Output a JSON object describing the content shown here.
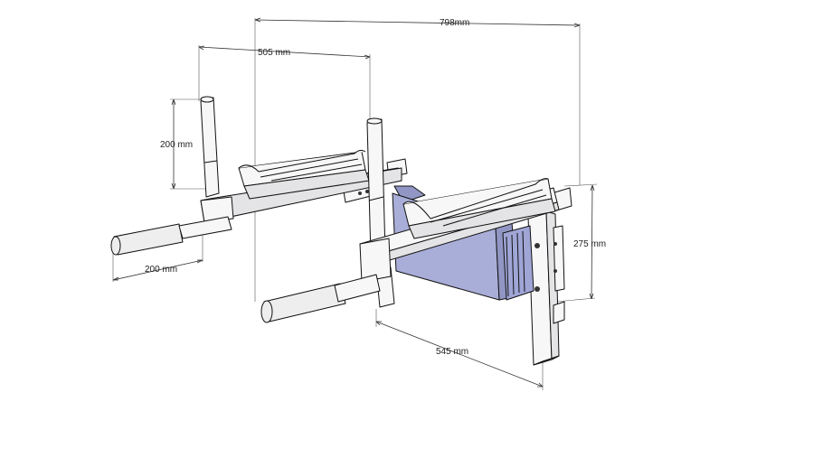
{
  "dimensions": {
    "total_width": "798mm",
    "bar_spacing": "505 mm",
    "post_height": "200 mm",
    "handle_length": "200 mm",
    "frame_height": "275 mm",
    "frame_depth": "545 mm"
  },
  "colors": {
    "background": "#ffffff",
    "wood": "#f7f7f7",
    "plate": "#a9aed8",
    "line": "#111111"
  }
}
